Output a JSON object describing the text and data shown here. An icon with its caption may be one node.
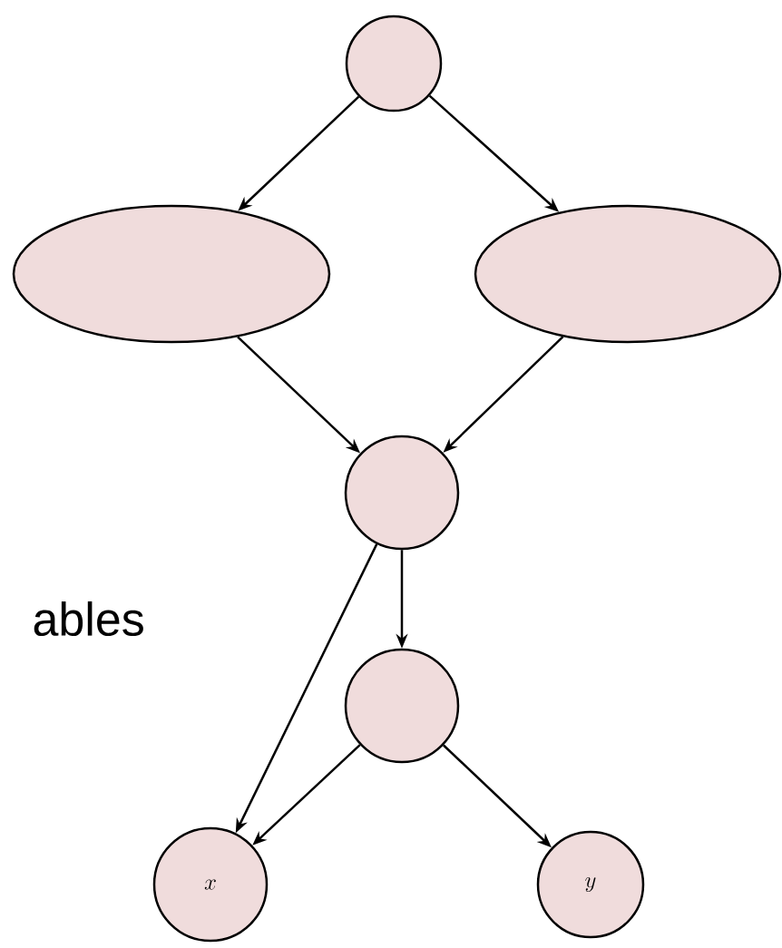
{
  "diagram": {
    "nodes": [
      {
        "text": [],
        "shape": "circle"
      },
      {
        "text": [],
        "shape": "ellipse"
      },
      {
        "text": [],
        "shape": "ellipse"
      },
      {
        "text": [],
        "shape": "circle"
      },
      {
        "text": [],
        "shape": "circle"
      },
      {
        "text": [
          "x"
        ]
      },
      {
        "text": [
          "y"
        ]
      }
    ],
    "edges": [
      {
        "from": 0,
        "to": 1,
        "arrow": "to"
      },
      {
        "from": 0,
        "to": 2,
        "arrow": "to"
      },
      {
        "from": 1,
        "to": 3,
        "arrow": "to"
      },
      {
        "from": 2,
        "to": 3,
        "arrow": "to"
      },
      {
        "from": 3,
        "to": 5,
        "arrow": "to"
      },
      {
        "from": 3,
        "to": 4,
        "arrow": "to"
      },
      {
        "from": 4,
        "to": 5,
        "arrow": "to"
      },
      {
        "from": 4,
        "to": 6,
        "arrow": "to"
      }
    ],
    "labels": [
      "ables"
    ]
  }
}
